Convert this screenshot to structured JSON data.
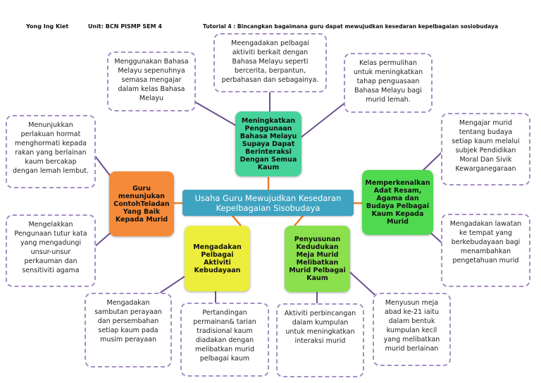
{
  "header": {
    "name": "Yong Ing Kiet",
    "unit": "Unit: BCN PISMP SEM 4",
    "tutorial": "Tutorial 4 : Bincangkan bagaimana guru dapat mewujudkan kesedaran kepelbagaian sosiobudaya"
  },
  "center": {
    "title": "Usaha Guru Mewujudkan Kesedaran Kepelbagaian Sisobudaya",
    "color": "#3ea3c0"
  },
  "nodes": {
    "top": {
      "label": "Meningkatkan Penggunaan Bahasa Melayu Supaya Dapat Berinteraksi Dengan Semua Kaum",
      "color": "#46d39a"
    },
    "left": {
      "label": "Guru menunjukan ContohTeladan Yang Baik Kepada Murid",
      "color": "#f58b3a"
    },
    "right": {
      "label": "Memperkenalkan Adat Resam, Agama dan Budaya Pelbagai Kaum Kepada Murid",
      "color": "#4fd94f"
    },
    "bottom_left": {
      "label": "Mengadakan Pelbagai Aktiviti Kebudayaan",
      "color": "#eded3c"
    },
    "bottom_right": {
      "label": "Penyusunan Kedudukan Meja Murid Melibatkan Murid Pelbagai Kaum",
      "color": "#8ae04d"
    }
  },
  "boxes": {
    "top_left": "Menggunakan Bahasa Melayu sepenuhnya semasa mengajar dalam kelas Bahasa Melayu",
    "top_mid": "Meengadakan pelbagai aktiviti berkait dengan Bahasa Melayu seperti bercerita, berpantun, perbahasan dan sebagainya.",
    "top_right": "Kelas permulihan untuk meningkatkan tahap penguasaan Bahasa Melayu bagi murid lemah.",
    "left_top": "Menunjukkan perlakuan hormat menghormati kepada rakan yang berlainan kaum bercakap dengan lemah lembut.",
    "left_bottom": "Mengelakkan Pengunaan tutur kata yang mengadungi unsur-unsur perkauman dan sensitiviti agama",
    "right_top": "Mengajar murid tentang budaya setiap kaum melalui subjek Pendidikan Moral Dan Sivik Kewarganegaraan",
    "right_bottom": "Mengadakan lawatan ke tempat yang berkebudayaan bagi menambahkan pengetahuan murid",
    "bottom_1": "Mengadakan sambutan perayaan dan persembahan setiap kaum pada musim perayaan",
    "bottom_2": "Pertandingan permainan& tarian tradisional kaum diadakan dengan melibatkan murid pelbagai kaum",
    "bottom_3": "Aktiviti perbincangan dalam kumpulan untuk meningkatkan interaksi murid",
    "bottom_4": "Menyusun meja abad ke-21 iaitu dalam bentuk kumpulan kecil yang melibatkan murid berlainan"
  },
  "colors": {
    "connector_center": "#f07f2a",
    "connector_box": "#6b4f8f",
    "box_border": "#a68fc4"
  }
}
